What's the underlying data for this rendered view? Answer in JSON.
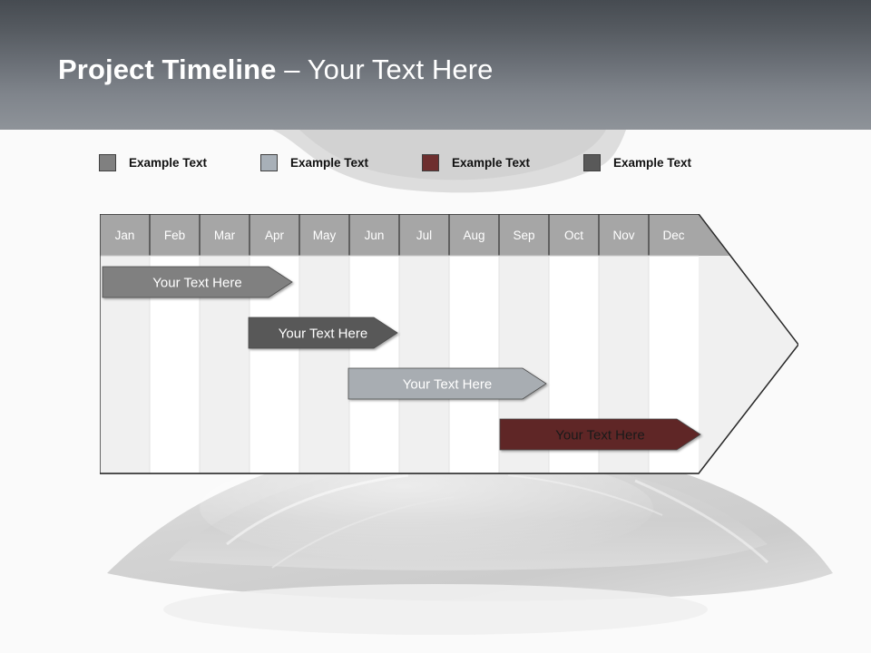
{
  "header": {
    "title_bold": "Project Timeline",
    "title_regular": " – Your Text Here",
    "gradient_top": "#464b51",
    "gradient_bottom": "#8e9399"
  },
  "legend": {
    "items": [
      {
        "label": "Example Text",
        "color": "#808080",
        "x": 0
      },
      {
        "label": "Example Text",
        "color": "#a8b0b8",
        "x": 178
      },
      {
        "label": "Example Text",
        "color": "#6e2f2f",
        "x": 356
      },
      {
        "label": "Example Text",
        "color": "#595959",
        "x": 534
      }
    ]
  },
  "chart_data": {
    "type": "bar",
    "title": "Project Timeline – Your Text Here",
    "xlabel": "",
    "ylabel": "",
    "categories": [
      "Jan",
      "Feb",
      "Mar",
      "Apr",
      "May",
      "Jun",
      "Jul",
      "Aug",
      "Sep",
      "Oct",
      "Nov",
      "Dec"
    ],
    "grid": true,
    "legend_position": "top",
    "series": [
      {
        "name": "Example Text",
        "label": "Your  Text Here",
        "color": "#808080",
        "text_color": "#ffffff",
        "start_month": 1,
        "end_month": 4,
        "start_x": 3,
        "end_x": 212,
        "row": 0
      },
      {
        "name": "Example Text",
        "label": "Your  Text Here",
        "color": "#595959",
        "text_color": "#ffffff",
        "start_month": 4,
        "end_month": 7,
        "start_x": 164,
        "end_x": 328,
        "row": 1
      },
      {
        "name": "Example Text",
        "label": "Your  Text Here",
        "color": "#a8adb2",
        "text_color": "#ffffff",
        "start_month": 6,
        "end_month": 10,
        "start_x": 274,
        "end_x": 492,
        "row": 2
      },
      {
        "name": "Example Text",
        "label": "Your  Text Here",
        "color": "#5e2828",
        "text_color": "#1a1a1a",
        "start_month": 9,
        "end_month": 13,
        "start_x": 441,
        "end_x": 662,
        "row": 3
      }
    ],
    "header_fill": "#a6a6a6",
    "column_shade_odd": "#f0f0f0",
    "column_shade_even": "#ffffff",
    "arrow_fill": "#f0f0f0",
    "outline_color": "#1a1a1a"
  }
}
